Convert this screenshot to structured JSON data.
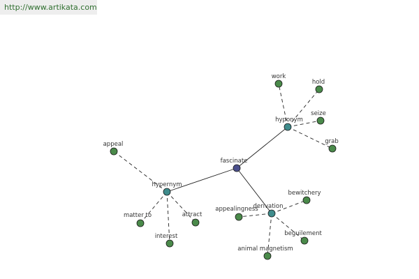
{
  "header": {
    "url": "http://www.artikata.com"
  },
  "colors": {
    "root_node": "#4a4f8c",
    "relation_node": "#3f8c8c",
    "leaf_node": "#4a8a4a",
    "edge": "#222222",
    "url_text": "#2f6f2f"
  },
  "graph": {
    "root": "fascinate",
    "relations": [
      {
        "label": "hyponym",
        "terms": [
          "work",
          "hold",
          "seize",
          "grab"
        ]
      },
      {
        "label": "hypernym",
        "terms": [
          "appeal",
          "matter to",
          "interest",
          "attract"
        ]
      },
      {
        "label": "derivation",
        "terms": [
          "bewitchery",
          "appealingness",
          "beguilement",
          "animal magnetism"
        ]
      }
    ]
  }
}
